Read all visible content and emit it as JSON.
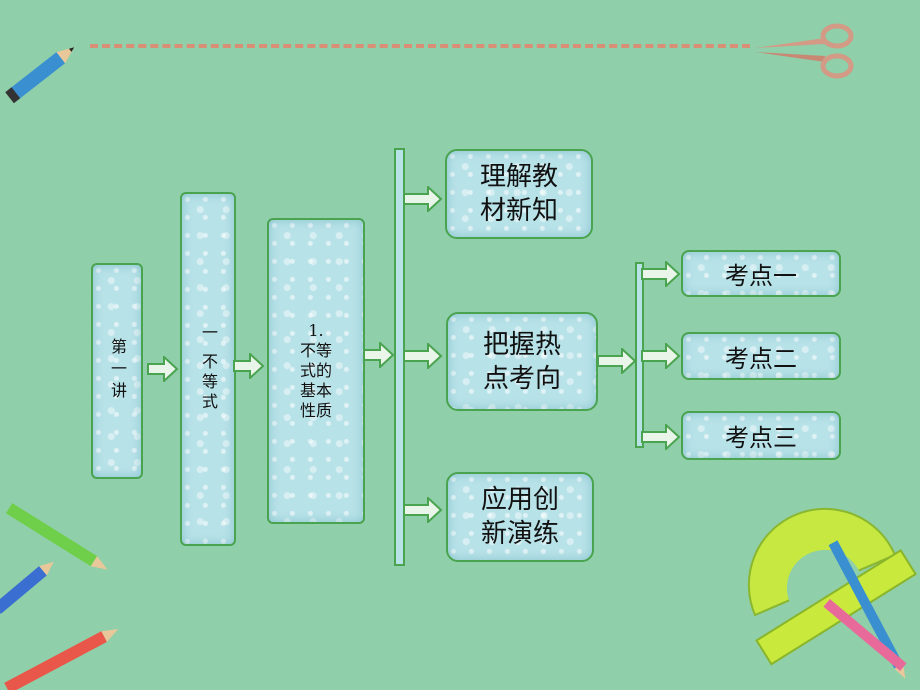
{
  "diagram": {
    "chapter": "第一讲",
    "section": "一 不等式",
    "subsection": [
      "1.",
      "不等",
      "式的",
      "基本",
      "性质"
    ],
    "branches": [
      {
        "label_line1": "理解教",
        "label_line2": "材新知"
      },
      {
        "label_line1": "把握热",
        "label_line2": "点考向"
      },
      {
        "label_line1": "应用创",
        "label_line2": "新演练"
      }
    ],
    "kaodian": [
      "考点一",
      "考点二",
      "考点三"
    ]
  },
  "colors": {
    "background": "#8fcfa9",
    "box_fill": "#b7e2e8",
    "box_border": "#4aa34f",
    "dash": "#d98f75"
  },
  "icons": [
    "pencil-icon",
    "scissors-icon",
    "protractor-icon"
  ]
}
